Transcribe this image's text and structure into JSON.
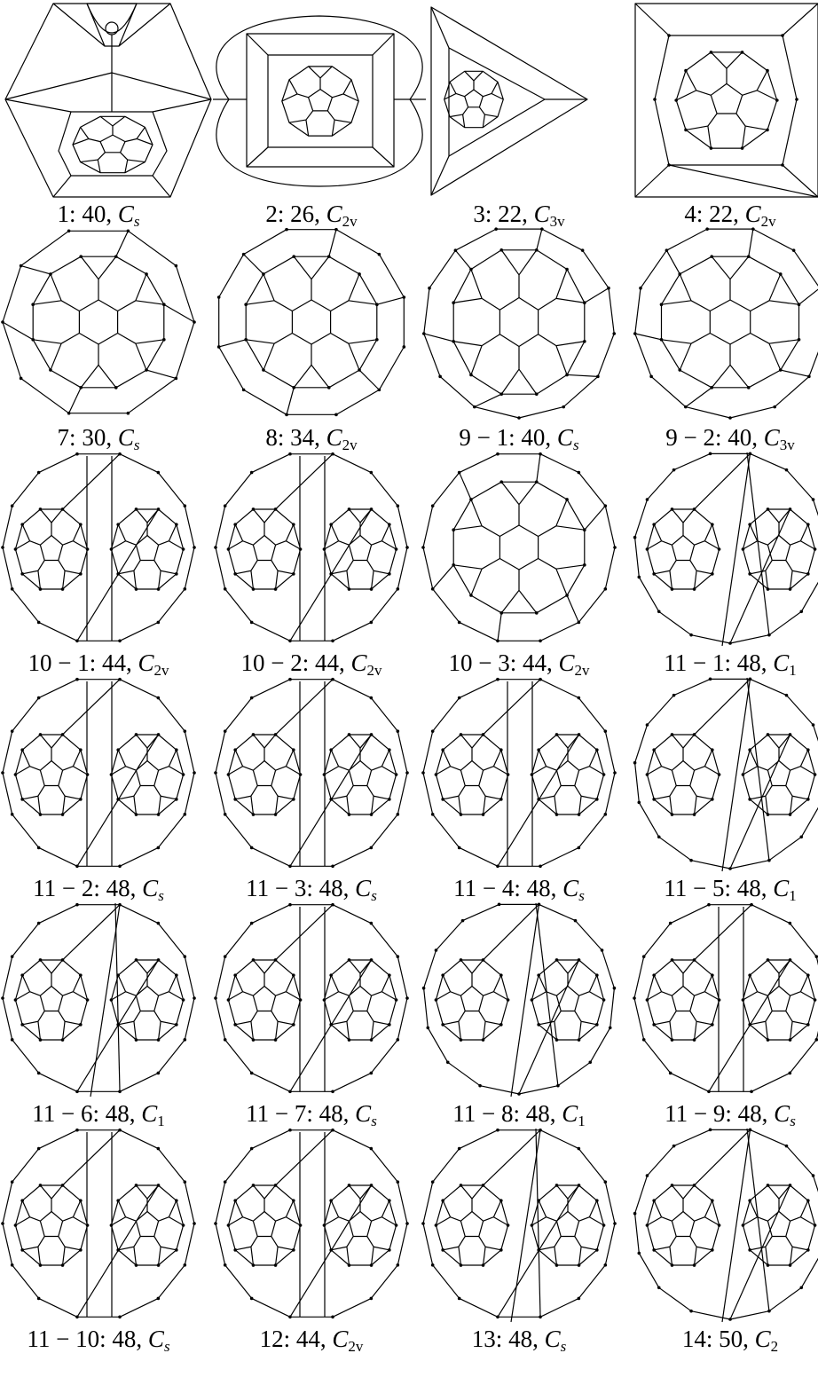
{
  "figure": {
    "panels": [
      {
        "id": "1",
        "vertices": "40",
        "sym": "C",
        "sub": "s"
      },
      {
        "id": "2",
        "vertices": "26",
        "sym": "C",
        "sub": "2v"
      },
      {
        "id": "3",
        "vertices": "22",
        "sym": "C",
        "sub": "3v"
      },
      {
        "id": "4",
        "vertices": "22",
        "sym": "C",
        "sub": "2v"
      },
      {
        "id": "7",
        "vertices": "30",
        "sym": "C",
        "sub": "s"
      },
      {
        "id": "8",
        "vertices": "34",
        "sym": "C",
        "sub": "2v"
      },
      {
        "id": "9 − 1",
        "vertices": "40",
        "sym": "C",
        "sub": "s"
      },
      {
        "id": "9 − 2",
        "vertices": "40",
        "sym": "C",
        "sub": "3v"
      },
      {
        "id": "10 − 1",
        "vertices": "44",
        "sym": "C",
        "sub": "2v"
      },
      {
        "id": "10 − 2",
        "vertices": "44",
        "sym": "C",
        "sub": "2v"
      },
      {
        "id": "10 − 3",
        "vertices": "44",
        "sym": "C",
        "sub": "2v"
      },
      {
        "id": "11 − 1",
        "vertices": "48",
        "sym": "C",
        "sub": "1"
      },
      {
        "id": "11 − 2",
        "vertices": "48",
        "sym": "C",
        "sub": "s"
      },
      {
        "id": "11 − 3",
        "vertices": "48",
        "sym": "C",
        "sub": "s"
      },
      {
        "id": "11 − 4",
        "vertices": "48",
        "sym": "C",
        "sub": "s"
      },
      {
        "id": "11 − 5",
        "vertices": "48",
        "sym": "C",
        "sub": "1"
      },
      {
        "id": "11 − 6",
        "vertices": "48",
        "sym": "C",
        "sub": "1"
      },
      {
        "id": "11 − 7",
        "vertices": "48",
        "sym": "C",
        "sub": "s"
      },
      {
        "id": "11 − 8",
        "vertices": "48",
        "sym": "C",
        "sub": "1"
      },
      {
        "id": "11 − 9",
        "vertices": "48",
        "sym": "C",
        "sub": "s"
      },
      {
        "id": "11 − 10",
        "vertices": "48",
        "sym": "C",
        "sub": "s"
      },
      {
        "id": "12",
        "vertices": "44",
        "sym": "C",
        "sub": "2v"
      },
      {
        "id": "13",
        "vertices": "48",
        "sym": "C",
        "sub": "s"
      },
      {
        "id": "14",
        "vertices": "50",
        "sym": "C",
        "sub": "2"
      }
    ]
  }
}
